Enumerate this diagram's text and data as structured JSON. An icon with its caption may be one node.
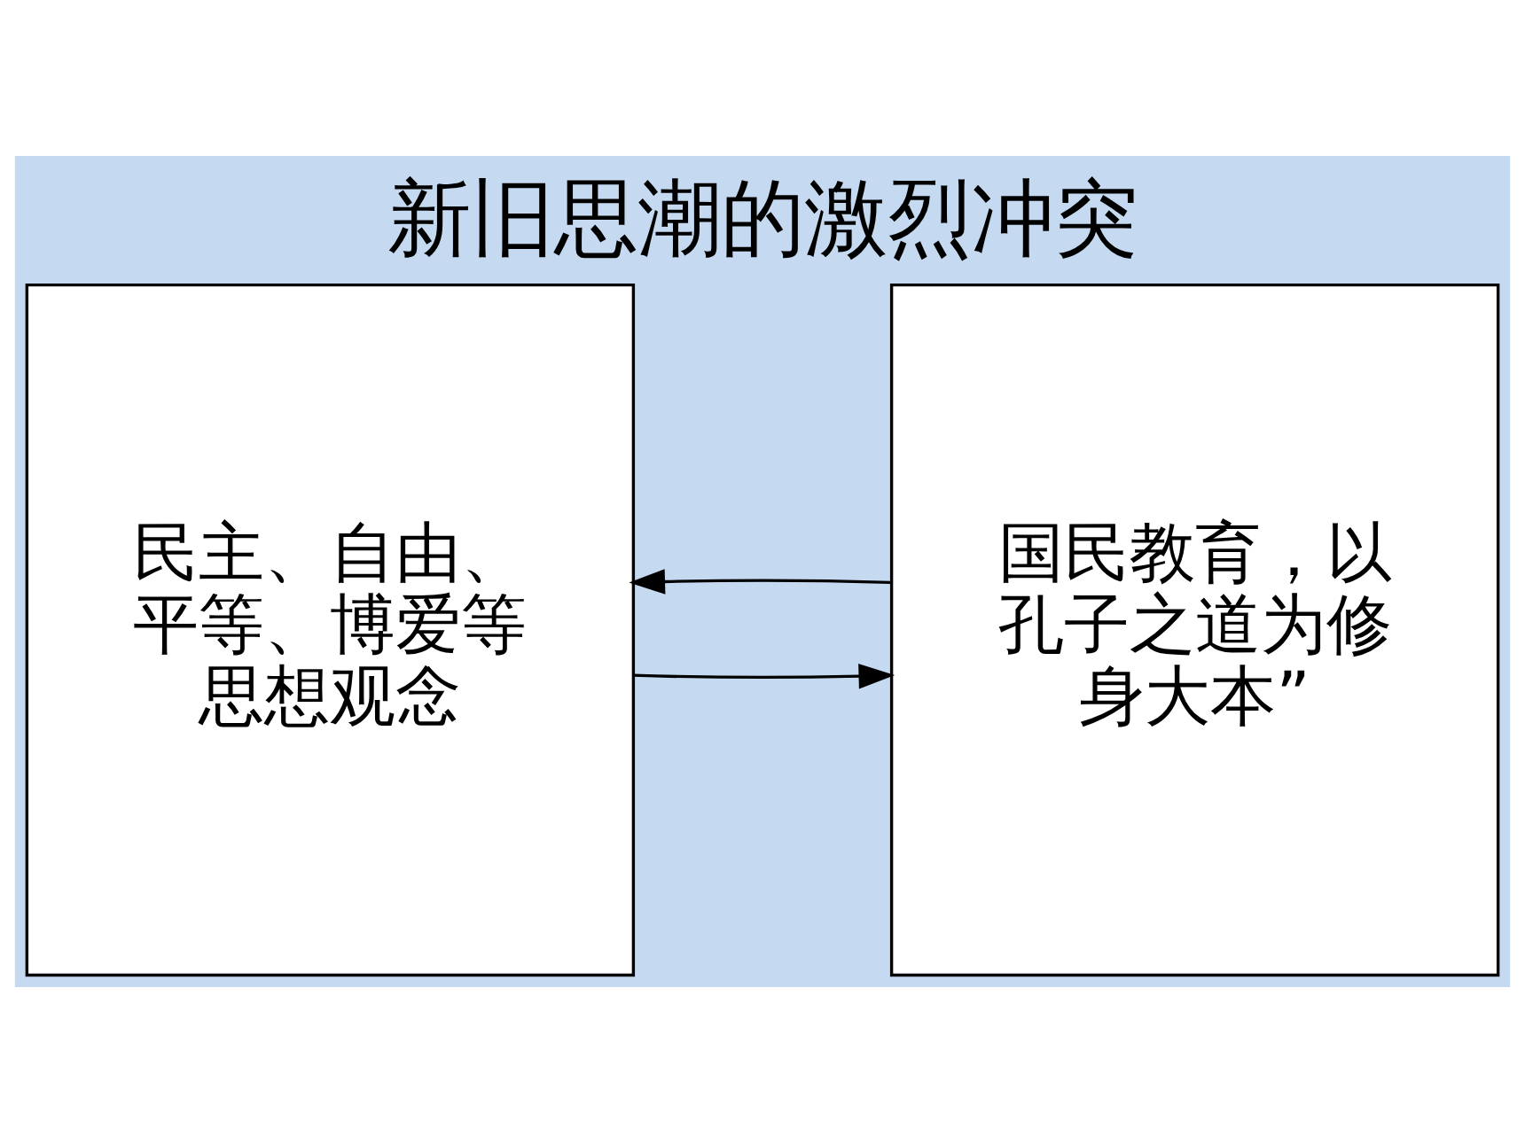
{
  "diagram": {
    "title": "新旧思潮的激烈冲突",
    "nodes": [
      {
        "text": [
          "民主、自由、平等、博爱等思想观念"
        ]
      },
      {
        "text": [
          "国民教育，以孔子之道为修身大本”"
        ]
      }
    ],
    "edges": [
      {
        "from": 0,
        "to": 1,
        "arrow": "to"
      },
      {
        "from": 1,
        "to": 0,
        "arrow": "to"
      }
    ]
  }
}
